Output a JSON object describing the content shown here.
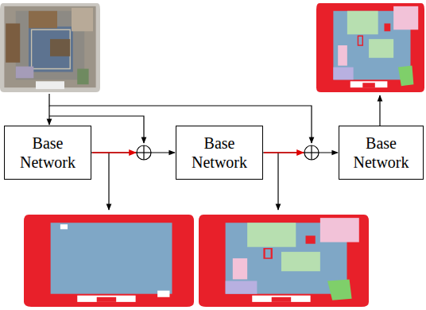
{
  "diagram": {
    "nodes": [
      {
        "text": [
          "Base Network"
        ]
      },
      {
        "text": [
          "Base Network"
        ]
      },
      {
        "text": [
          "Base Network"
        ]
      }
    ],
    "edges": [
      {
        "from": 0,
        "to": 1,
        "arrow": "to"
      },
      {
        "from": 1,
        "to": 2,
        "arrow": "to"
      }
    ]
  }
}
